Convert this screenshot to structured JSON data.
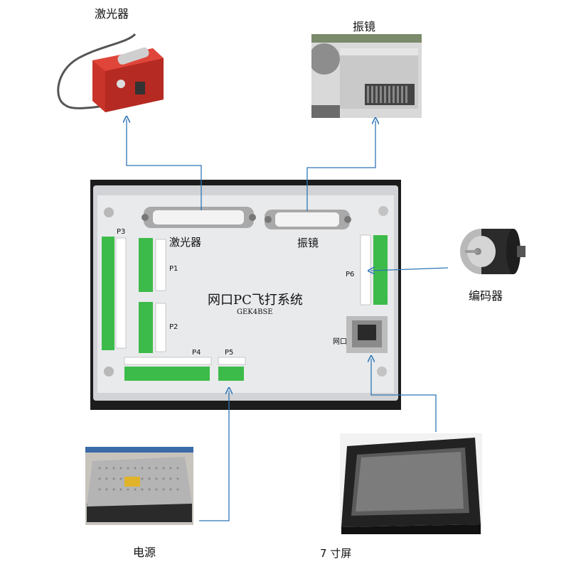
{
  "labels": {
    "laser": "激光器",
    "galvo": "振镜",
    "encoder": "编码器",
    "power": "电源",
    "screen": "7 寸屏"
  },
  "board": {
    "title": "网口PC飞打系统",
    "model": "GEK4BSE",
    "port_laser": "激光器",
    "port_galvo": "振镜",
    "net_label": "网口",
    "p1": "P1",
    "p2": "P2",
    "p3": "P3",
    "p4": "P4",
    "p5": "P5",
    "p6": "P6"
  },
  "colors": {
    "connector_line": "#2e75b6",
    "board_face": "#e9eaec",
    "terminal_green": "#3dbb4a"
  }
}
